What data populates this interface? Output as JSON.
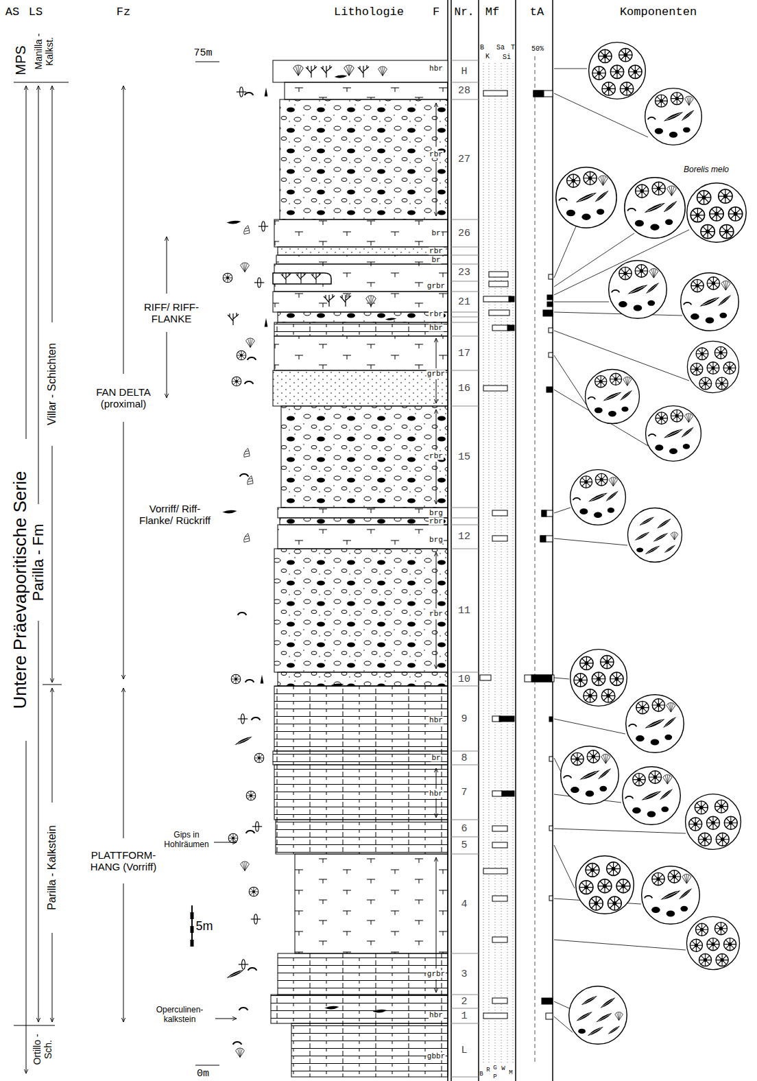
{
  "diagram": {
    "labels": [
      "AS",
      "LS",
      "Fz",
      "Lithologie",
      "F",
      "Nr.",
      "Mf",
      "tA",
      "Komponenten",
      "MPS",
      "Manilla - Kalkst.",
      "Untere Präevaporitische Serie",
      "Parilla - Fm",
      "Villar - Schichten",
      "Parilla - Kalkstein",
      "Ortillo - Sch.",
      "RIFF/ RIFF-FLANKE",
      "FAN DELTA (proximal)",
      "Vorriff/ Riff-Flanke/ Rückriff",
      "PLATTFORM-HANG (Vorriff)",
      "Gips in Hohlräumen",
      "Operculinen-kalkstein",
      "75m",
      "5m",
      "0m",
      "hbr",
      "rbr",
      "br",
      "rbr",
      "br",
      "grbr",
      "rbr",
      "hbr",
      "grbr",
      "rbr",
      "brg",
      "rbr",
      "brg",
      "rbr",
      "hbr",
      "br",
      "hbr",
      "grbr",
      "hbr",
      "gbbr",
      "H",
      "28",
      "27",
      "26",
      "23",
      "21",
      "17",
      "16",
      "15",
      "12",
      "11",
      "10",
      "9",
      "8",
      "7",
      "6",
      "5",
      "4",
      "3",
      "2",
      "1",
      "L",
      "B",
      "K",
      "Sa",
      "Si",
      "T",
      "B",
      "R",
      "G",
      "P",
      "W",
      "M",
      "50%",
      "Borelis melo"
    ]
  }
}
